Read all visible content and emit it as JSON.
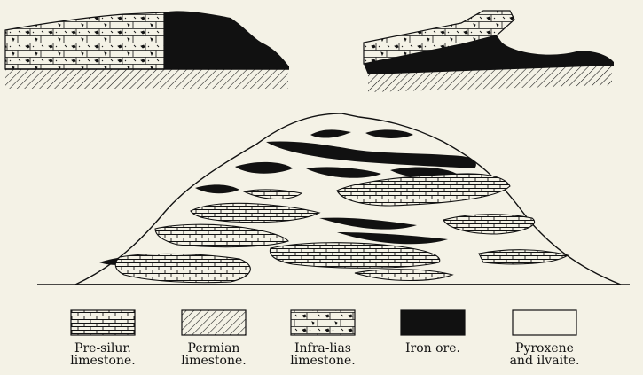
{
  "legend": [
    {
      "pattern": "brick",
      "line1": "Pre-silur.",
      "line2": "limestone."
    },
    {
      "pattern": "hatch",
      "line1": "Permian",
      "line2": "limestone."
    },
    {
      "pattern": "infra",
      "line1": "Infra-lias",
      "line2": "limestone."
    },
    {
      "pattern": "solid",
      "line1": "Iron ore.",
      "line2": ""
    },
    {
      "pattern": "blank",
      "line1": "Pyroxene",
      "line2": "and ilvaite."
    }
  ],
  "colors": {
    "ink": "#111111",
    "paper": "#f4f2e6"
  }
}
